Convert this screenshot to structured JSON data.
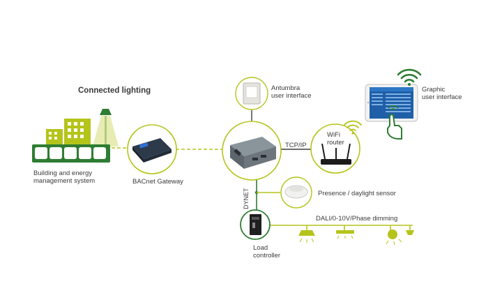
{
  "diagram": {
    "title": "Connected lighting",
    "nodes": {
      "bms": "Building and energy\nmanagement system",
      "bacnet": "BACnet Gateway",
      "antumbra": "Antumbra\nuser interface",
      "wifi_router": "WiFi\nrouter",
      "graphic_ui": "Graphic\nuser interface",
      "presence": "Presence / daylight sensor",
      "load_controller": "Load\ncontroller"
    },
    "links": {
      "tcpip": "TCP/IP",
      "dynet": "DYNET",
      "dimming": "DALI/0-10V/Phase dimming"
    },
    "colors": {
      "accent_green": "#b5c41a",
      "dark_green": "#2e7d32",
      "line_dark": "#3b3b3b"
    }
  }
}
